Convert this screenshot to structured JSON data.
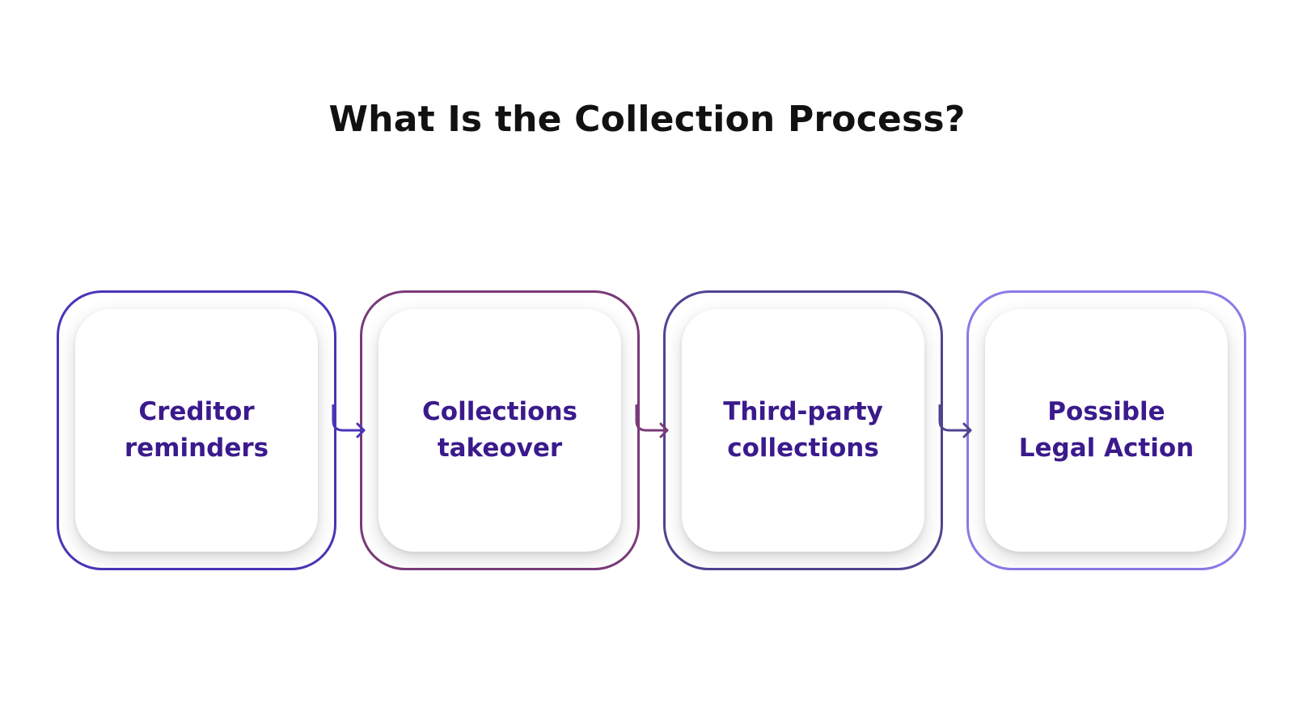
{
  "title": "What Is the Collection Process?",
  "steps": [
    {
      "line1": "Creditor",
      "line2": "reminders",
      "color": "#4a34b8"
    },
    {
      "line1": "Collections",
      "line2": "takeover",
      "color": "#7a3a78"
    },
    {
      "line1": "Third-party",
      "line2": "collections",
      "color": "#4e4591"
    },
    {
      "line1": "Possible",
      "line2": "Legal Action",
      "color": "#8c79e6"
    }
  ],
  "connector_colors": [
    "#4a34b8",
    "#7a3a78",
    "#4e4591"
  ]
}
